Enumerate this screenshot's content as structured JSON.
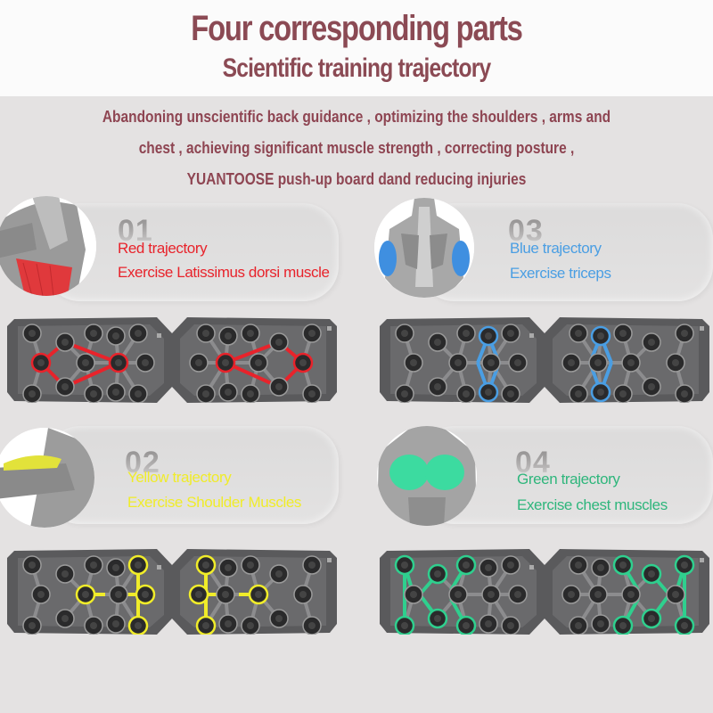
{
  "header": {
    "title": "Four corresponding parts",
    "subtitle": "Scientific training trajectory"
  },
  "intro": {
    "lines": [
      "Abandoning unscientific back guidance , optimizing the shoulders , arms and",
      "chest , achieving significant muscle strength , correcting posture ,",
      "YUANTOOSE push-up board dand reducing injuries"
    ]
  },
  "sections": [
    {
      "number": "01",
      "trajectory": "Red trajectory",
      "exercise": "Exercise Latissimus dorsi muscle",
      "muscle_image": "back-lats-icon",
      "color": "#e8232b"
    },
    {
      "number": "03",
      "trajectory": "Blue trajectory",
      "exercise": "Exercise triceps",
      "muscle_image": "back-triceps-icon",
      "color": "#4a9ee3"
    },
    {
      "number": "02",
      "trajectory": "Yellow trajectory",
      "exercise": "Exercise Shoulder Muscles",
      "muscle_image": "shoulder-icon",
      "color": "#f0ec2a"
    },
    {
      "number": "04",
      "trajectory": "Green trajectory",
      "exercise": "Exercise chest muscles",
      "muscle_image": "chest-pecs-icon",
      "color": "#2fb67c"
    }
  ],
  "colors": {
    "title": "#8b4a54",
    "board": "#5a5a5c",
    "red": "#e8232b",
    "blue": "#4a9ee3",
    "yellow": "#f0ec2a",
    "green": "#2fcf8e"
  }
}
